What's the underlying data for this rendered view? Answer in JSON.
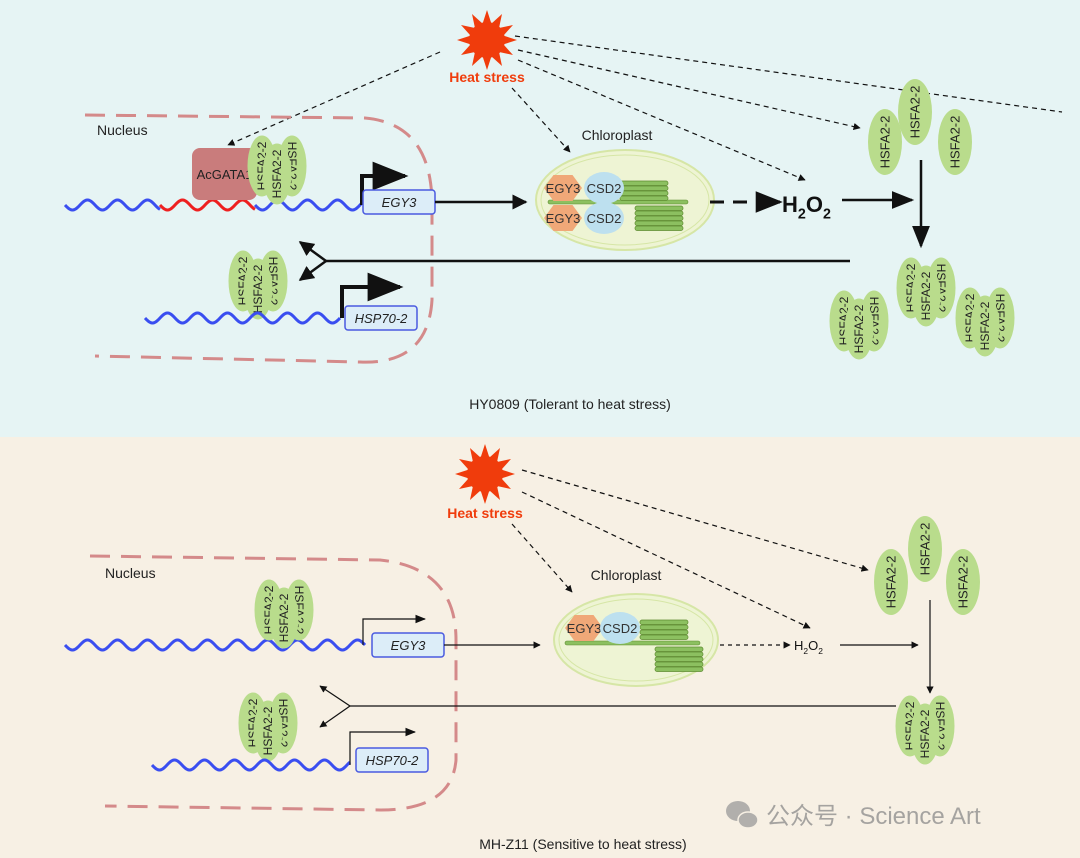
{
  "colors": {
    "top_bg": "#e6f4f4",
    "bottom_bg": "#f7f0e4",
    "heat": "#f03c0c",
    "nucleus_border": "#d48a8a",
    "dna": "#3a4ef0",
    "dna_bound": "#ee2020",
    "gata": "#c97c7c",
    "hsfa": "#b9dc8c",
    "gene_box_fill": "#dcedf8",
    "gene_box_stroke": "#4a5ae0",
    "chloroplast_fill": "#eef4d4",
    "chloroplast_stroke": "#d6e6a6",
    "egy3_protein": "#f0a878",
    "csd2_protein": "#bde0ef",
    "thylakoid": "#8cc060"
  },
  "top": {
    "heat_stress": "Heat stress",
    "nucleus": "Nucleus",
    "chloroplast": "Chloroplast",
    "acgata1": "AcGATA1",
    "hsfa": "HSFA2-2",
    "egy3_gene": "EGY3",
    "hsp70_gene": "HSP70-2",
    "egy3_protein": "EGY3",
    "csd2_protein": "CSD2",
    "h2o2": "H",
    "h2o2_sub1": "2",
    "h2o2_o": "O",
    "h2o2_sub2": "2",
    "caption": "HY0809 (Tolerant to heat stress)"
  },
  "bottom": {
    "heat_stress": "Heat stress",
    "nucleus": "Nucleus",
    "chloroplast": "Chloroplast",
    "hsfa": "HSFA2-2",
    "egy3_gene": "EGY3",
    "hsp70_gene": "HSP70-2",
    "egy3_protein": "EGY3",
    "csd2_protein": "CSD2",
    "h2o2": "H",
    "h2o2_sub1": "2",
    "h2o2_o": "O",
    "h2o2_sub2": "2",
    "caption": "MH-Z11 (Sensitive to heat stress)"
  },
  "watermark": {
    "icon": "wechat-icon",
    "text": "公众号 · Science Art"
  }
}
